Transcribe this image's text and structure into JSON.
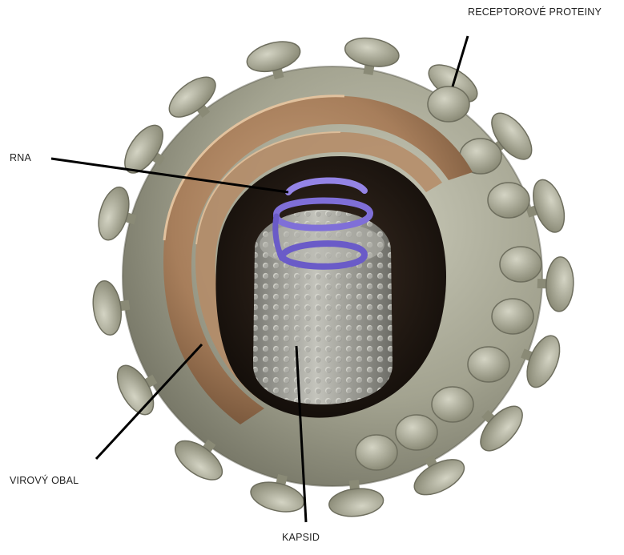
{
  "labels": {
    "receptor": "RECEPTOROVÉ PROTEINY",
    "rna": "RNA",
    "envelope": "VIROVÝ OBAL",
    "capsid": "KAPSID"
  },
  "colors": {
    "background": "#ffffff",
    "envelope_outer": "#9a9a86",
    "envelope_shell": "#a07a58",
    "inner_dark": "#1a1410",
    "capsid": "#9c9c96",
    "rna": "#7f6fd8",
    "pointer": "#000000"
  }
}
